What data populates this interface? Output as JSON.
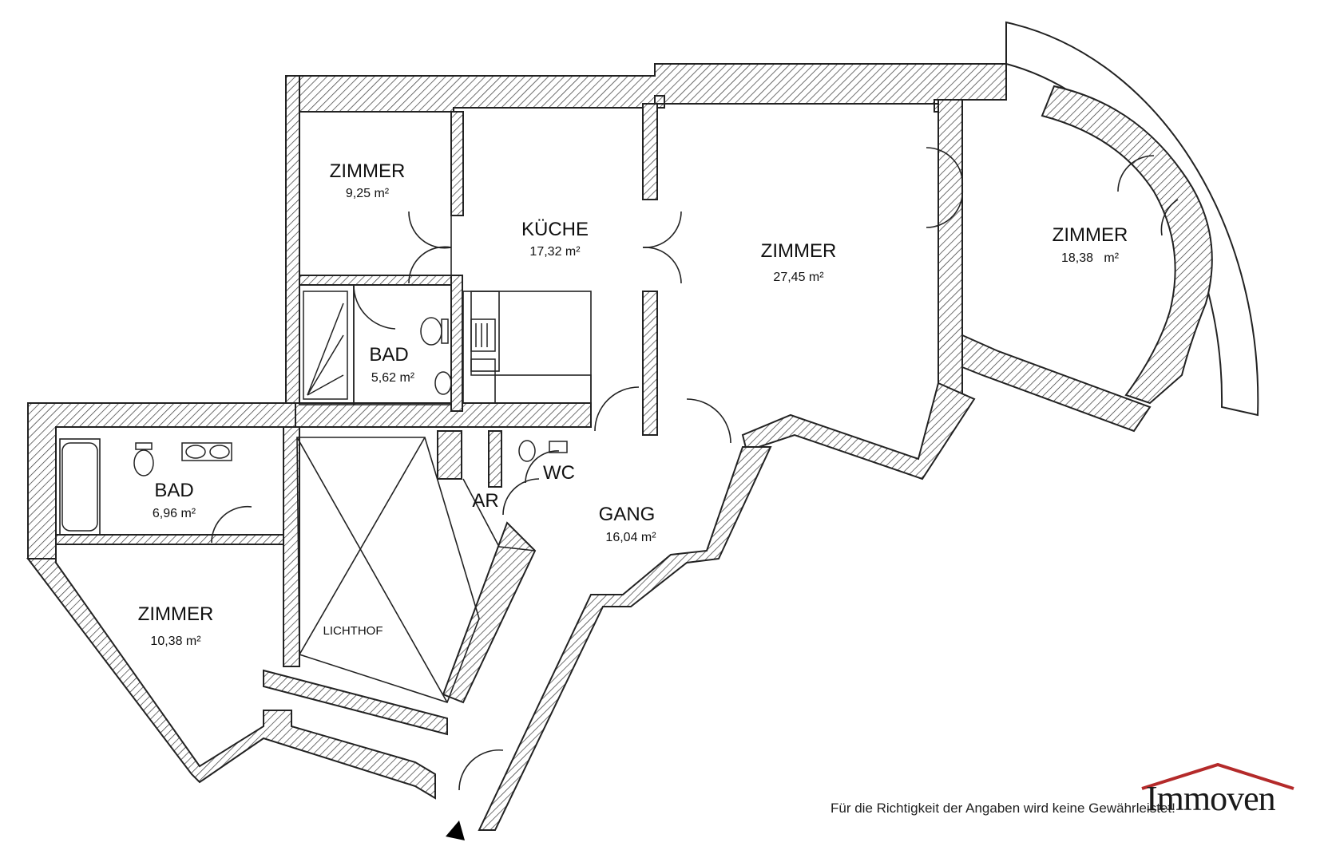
{
  "rooms": [
    {
      "id": "zimmer-1",
      "name": "ZIMMER",
      "area": "9,25 m²"
    },
    {
      "id": "kueche",
      "name": "KÜCHE",
      "area": "17,32 m²"
    },
    {
      "id": "zimmer-2",
      "name": "ZIMMER",
      "area": "27,45 m²"
    },
    {
      "id": "zimmer-3",
      "name": "ZIMMER",
      "area": "18,38   m²"
    },
    {
      "id": "bad-1",
      "name": "BAD",
      "area": "5,62 m²"
    },
    {
      "id": "bad-2",
      "name": "BAD",
      "area": "6,96 m²"
    },
    {
      "id": "wc",
      "name": "WC",
      "area": ""
    },
    {
      "id": "ar",
      "name": "AR",
      "area": ""
    },
    {
      "id": "gang",
      "name": "GANG",
      "area": "16,04 m²"
    },
    {
      "id": "zimmer-4",
      "name": "ZIMMER",
      "area": "10,38 m²"
    },
    {
      "id": "lichthof",
      "name": "LICHTHOF",
      "area": ""
    }
  ],
  "disclaimer": "Für die Richtigkeit der Angaben wird keine Gewährleistet!",
  "logo": {
    "text": "Immoven",
    "roof_color": "#b42a2a"
  },
  "icons": [
    "entrance-arrow-icon",
    "logo-roof-icon"
  ]
}
